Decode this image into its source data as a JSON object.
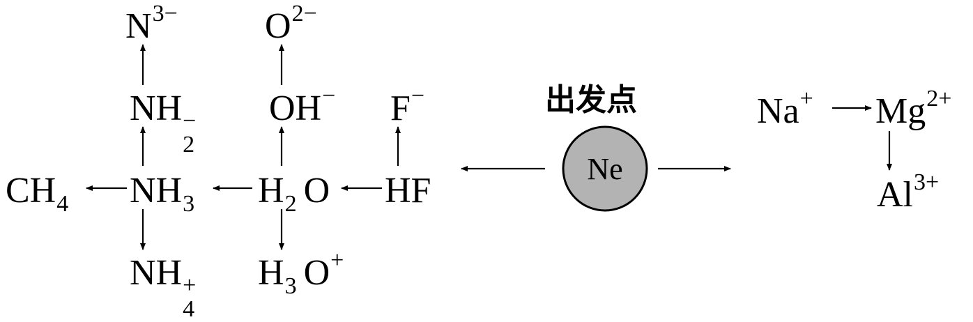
{
  "title": "出发点",
  "center": {
    "label": "Ne",
    "fill": "#b3b3b3"
  },
  "species": {
    "n3m": {
      "base": "N",
      "charge": "3−"
    },
    "o2m": {
      "base": "O",
      "charge": "2−"
    },
    "nh2m": {
      "base": "NH",
      "sub": "2",
      "charge": "−"
    },
    "ohm": {
      "base": "OH",
      "charge": "−"
    },
    "fm": {
      "base": "F",
      "charge": "−"
    },
    "ch4": {
      "base": "CH",
      "sub": "4"
    },
    "nh3": {
      "base": "NH",
      "sub": "3"
    },
    "h2o": {
      "base": "H",
      "sub": "2",
      "tail": "O"
    },
    "hf": {
      "base": "HF"
    },
    "nh4p": {
      "base": "NH",
      "sub": "4",
      "charge": "+"
    },
    "h3op": {
      "base": "H",
      "sub": "3",
      "tail": "O",
      "charge": "+"
    },
    "nap": {
      "base": "Na",
      "charge": "+"
    },
    "mg2p": {
      "base": "Mg",
      "charge": "2+"
    },
    "al3p": {
      "base": "Al",
      "charge": "3+"
    }
  }
}
